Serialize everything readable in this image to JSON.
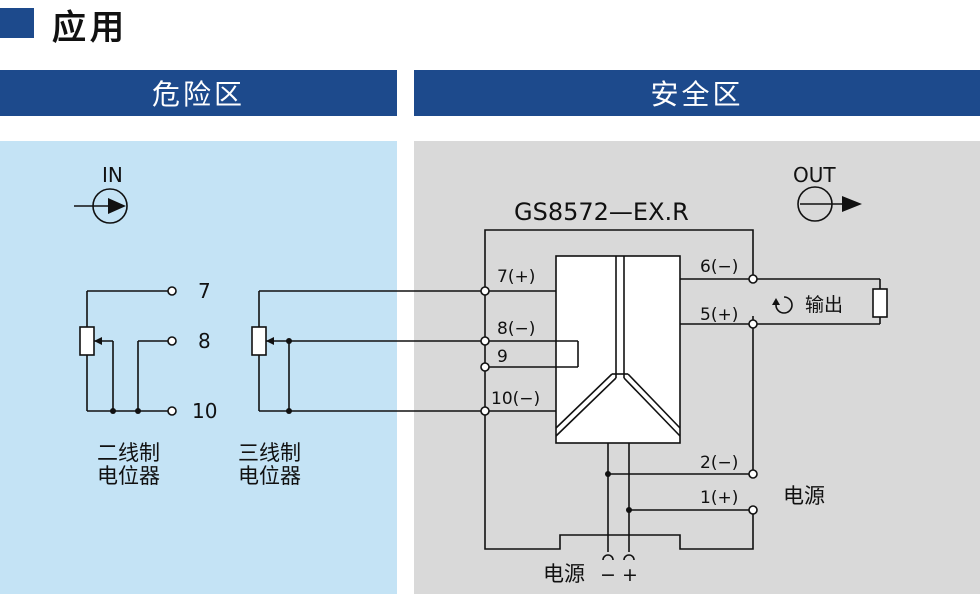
{
  "title": "应用",
  "zones": {
    "hazardous": "危险区",
    "safe": "安全区"
  },
  "device": {
    "model": "GS8572—EX.R"
  },
  "signals": {
    "input": "IN",
    "output": "OUT"
  },
  "terminals": {
    "t7": "7(+)",
    "t8": "8(−)",
    "t9": "9",
    "t10": "10(−)",
    "t6": "6(−)",
    "t5": "5(+)",
    "t2": "2(−)",
    "t1": "1(+)"
  },
  "field_terminals": [
    "7",
    "8",
    "10"
  ],
  "labels": {
    "two_wire_line1": "二线制",
    "two_wire_line2": "电位器",
    "three_wire_line1": "三线制",
    "three_wire_line2": "电位器",
    "output": "输出",
    "power_right": "电源",
    "power_bottom": "电源",
    "power_polarity": "− +"
  }
}
